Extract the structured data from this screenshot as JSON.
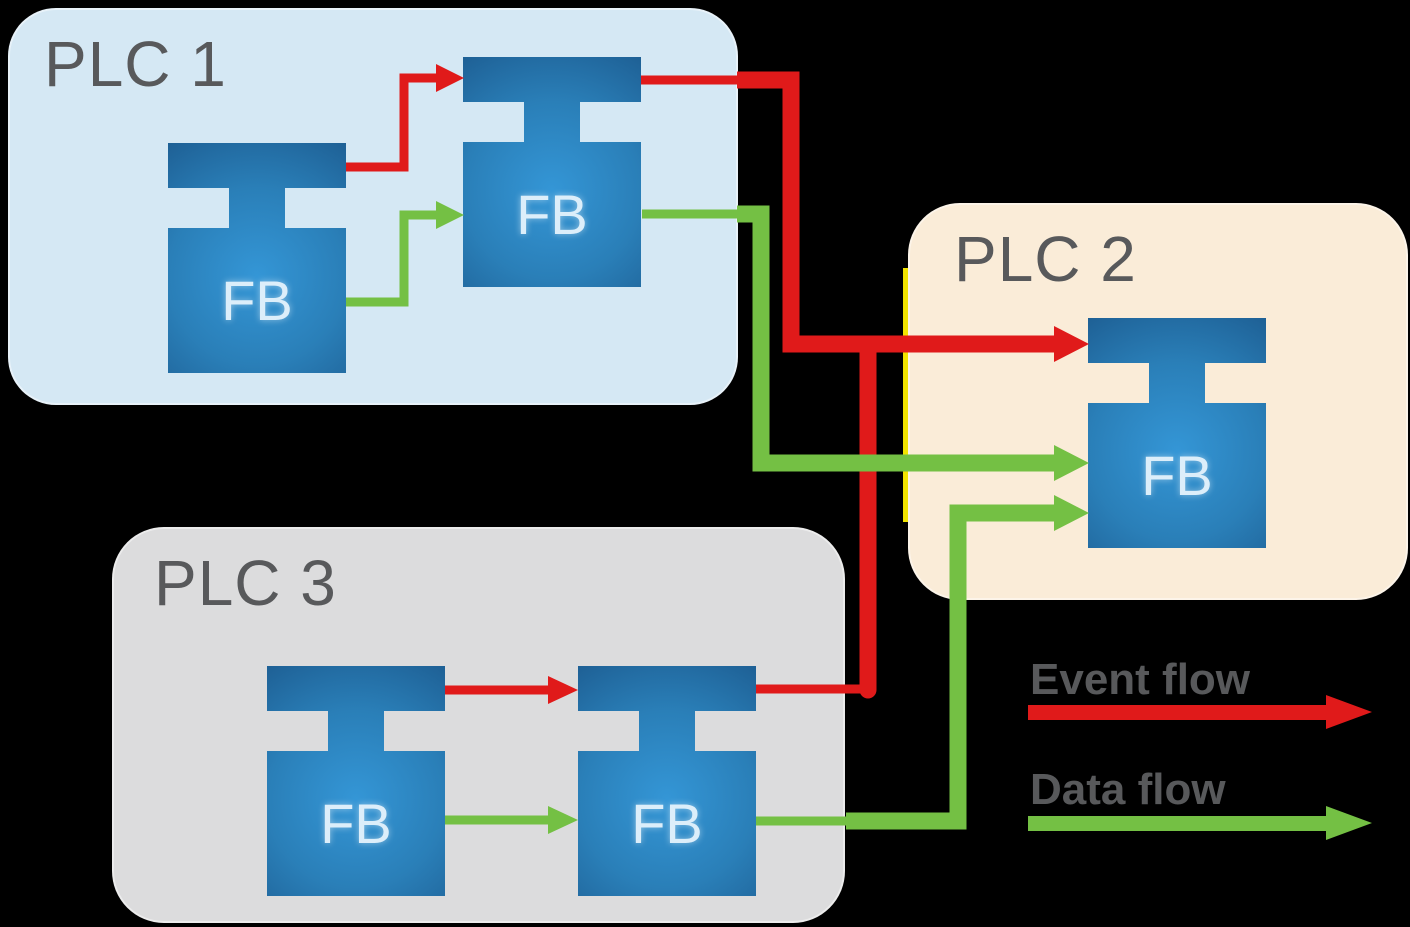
{
  "colors": {
    "background": "#000000",
    "event_flow": "#e01a1a",
    "data_flow": "#74c044",
    "plc1_fill": "#d5e8f4",
    "plc2_fill": "#faecd8",
    "plc3_fill": "#dcdcdd",
    "label_gray": "#58595b",
    "fb_grad_light": "#3496d6",
    "fb_grad_dark": "#1e6095",
    "fb_text": "#dceefa",
    "highlight_yellow": "#f2e400"
  },
  "plcs": [
    {
      "id": "plc1",
      "label": "PLC 1",
      "fbs": [
        {
          "label": "FB"
        },
        {
          "label": "FB"
        }
      ]
    },
    {
      "id": "plc2",
      "label": "PLC 2",
      "fbs": [
        {
          "label": "FB"
        }
      ]
    },
    {
      "id": "plc3",
      "label": "PLC 3",
      "fbs": [
        {
          "label": "FB"
        },
        {
          "label": "FB"
        }
      ]
    }
  ],
  "legend": {
    "items": [
      {
        "label": "Event flow",
        "color": "#e01a1a",
        "icon": "red-arrow-right-icon"
      },
      {
        "label": "Data flow",
        "color": "#74c044",
        "icon": "green-arrow-right-icon"
      }
    ]
  }
}
